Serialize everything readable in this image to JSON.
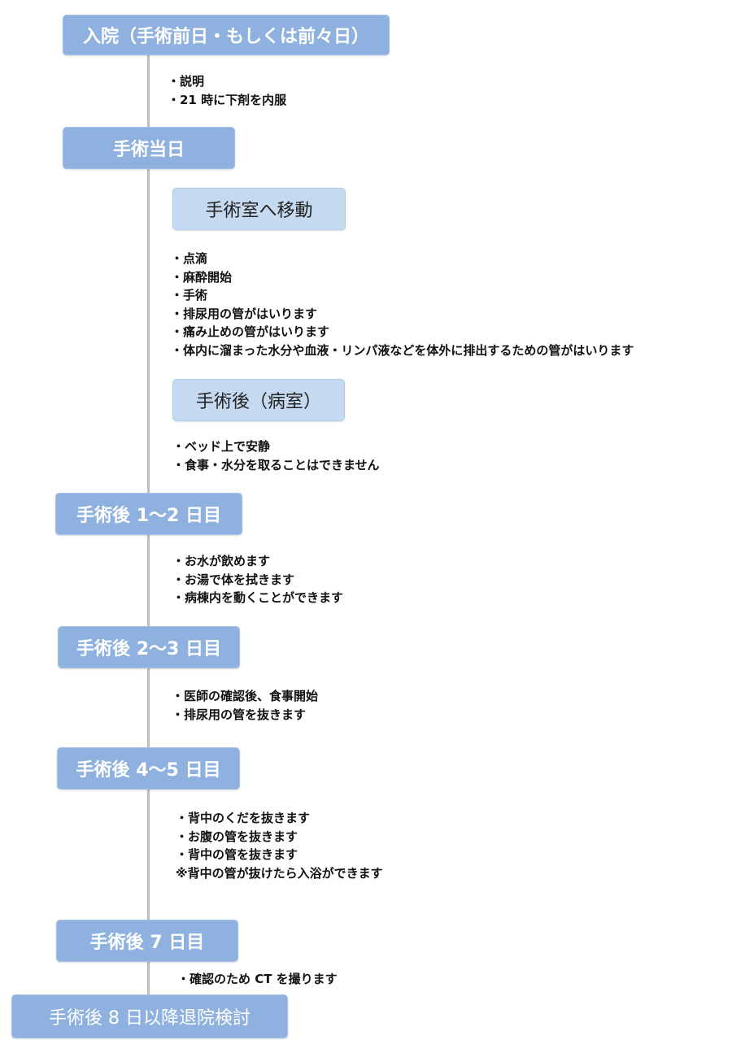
{
  "stages": [
    {
      "id": "admission",
      "title": "入院（手術前日・もしくは前々日）",
      "notes": [
        "・説明",
        "・21 時に下剤を内服"
      ]
    },
    {
      "id": "surgery-day",
      "title": "手術当日",
      "notes": []
    },
    {
      "id": "to-operating-room",
      "title": "手術室へ移動",
      "notes": [
        "・点滴",
        "・麻酔開始",
        "・手術",
        "・排尿用の管がはいります",
        "・痛み止めの管がはいります",
        "・体内に溜まった水分や血液・リンパ液などを体外に排出するための管がはいります"
      ]
    },
    {
      "id": "post-op-ward",
      "title": "手術後（病室）",
      "notes": [
        "・ベッド上で安静",
        "・食事・水分を取ることはできません"
      ]
    },
    {
      "id": "post-op-day-1-2",
      "title": "手術後 1～2 日目",
      "notes": [
        "・お水が飲めます",
        "・お湯で体を拭きます",
        "・病棟内を動くことができます"
      ]
    },
    {
      "id": "post-op-day-2-3",
      "title": "手術後 2～3 日目",
      "notes": [
        "・医師の確認後、食事開始",
        "・排尿用の管を抜きます"
      ]
    },
    {
      "id": "post-op-day-4-5",
      "title": "手術後 4～5 日目",
      "notes": [
        "・背中のくだを抜きます",
        "・お腹の管を抜きます",
        "・背中の管を抜きます",
        "※背中の管が抜けたら入浴ができます"
      ]
    },
    {
      "id": "post-op-day-7",
      "title": "手術後 7 日目",
      "notes": [
        "・確認のため CT を撮ります"
      ]
    },
    {
      "id": "discharge",
      "title": "手術後 8 日以降退院検討",
      "notes": []
    }
  ]
}
